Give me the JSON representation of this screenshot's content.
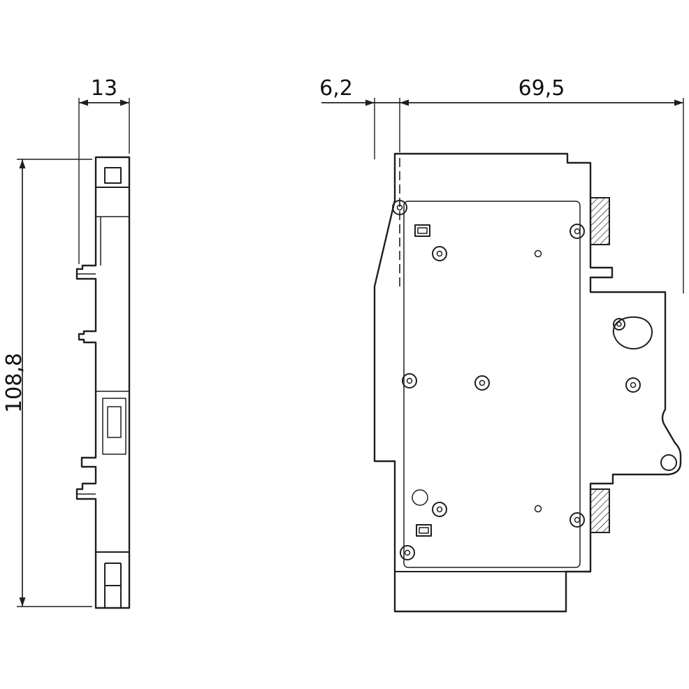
{
  "page": {
    "background": "#ffffff",
    "line_color": "#1f1f1f",
    "kind": "technical dimension drawing, two orthographic views of a DIN-rail device"
  },
  "dims": {
    "front_width": "13",
    "front_height": "108,8",
    "side_offset": "6,2",
    "side_depth": "69,5"
  }
}
